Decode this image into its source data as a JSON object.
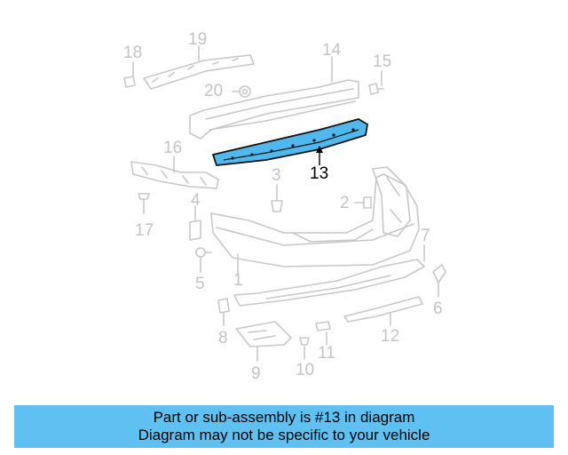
{
  "callouts": [
    "1",
    "2",
    "3",
    "4",
    "5",
    "6",
    "7",
    "8",
    "9",
    "10",
    "11",
    "12",
    "13",
    "14",
    "15",
    "16",
    "17",
    "18",
    "19",
    "20"
  ],
  "highlighted_part": "13",
  "colors": {
    "part_outline": "#c8c8c8",
    "label_inactive": "#c4c4c4",
    "label_active": "#000000",
    "highlight_fill": "#4fb9ee",
    "highlight_stroke": "#111111",
    "banner_bg": "#5ec1f2"
  },
  "banner": {
    "line1": "Part or sub-assembly is #13 in diagram",
    "line2": "Diagram may not be specific to your vehicle"
  }
}
